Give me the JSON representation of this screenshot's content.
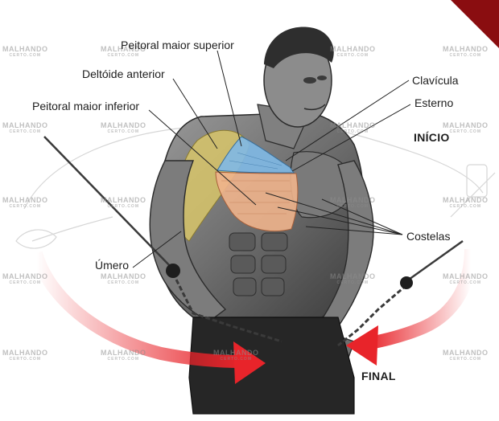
{
  "labels": {
    "peitoral_superior": "Peitoral maior superior",
    "deltoide": "Deltóide anterior",
    "peitoral_inferior": "Peitoral maior inferior",
    "clavicula": "Clavícula",
    "esterno": "Esterno",
    "umero": "Úmero",
    "costelas": "Costelas",
    "inicio": "INÍCIO",
    "final": "FINAL"
  },
  "watermark": {
    "brand": "MALHANDO",
    "sub": "CERTO.COM"
  },
  "colors": {
    "arrow_red": "#e8242a",
    "muscle_blue": "#7fb9e6",
    "muscle_orange": "#f0b48c",
    "muscle_yellow": "#d8c66a",
    "corner_red": "#8a0d10"
  }
}
